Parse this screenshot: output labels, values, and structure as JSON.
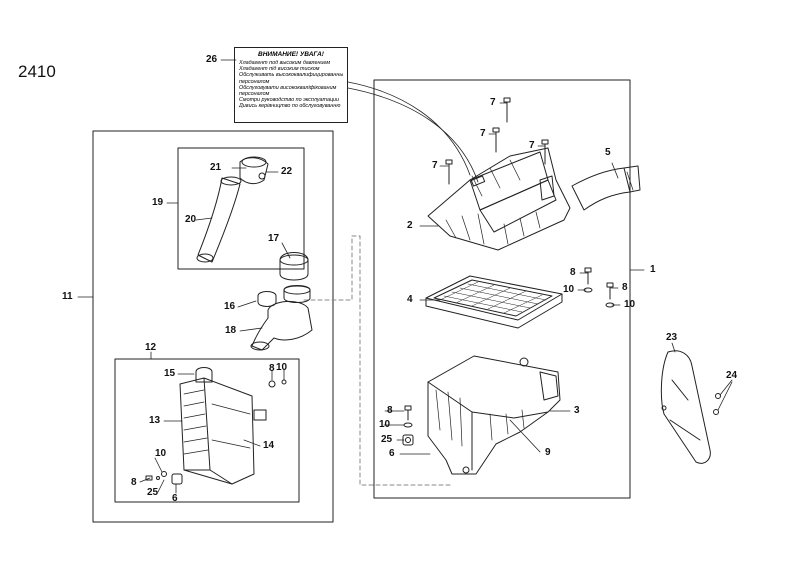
{
  "diagram_number": "2410",
  "warning_label": {
    "title": "ВНИМАНИЕ! УВАГА!",
    "lines": [
      "Хладагент под высоким давлением",
      "Хладагент під високим тиском",
      "Обслуживать высококвалифицированным",
      "персоналом",
      "Обслуговувати висококваліфікованим",
      "персоналом",
      "Смотри руководство по эксплуатации",
      "Дивись керівництво по обслуговуванню"
    ]
  },
  "callouts": {
    "c1": "1",
    "c2": "2",
    "c3": "3",
    "c4": "4",
    "c5": "5",
    "c6a": "6",
    "c6b": "6",
    "c7a": "7",
    "c7b": "7",
    "c7c": "7",
    "c7d": "7",
    "c8a": "8",
    "c8b": "8",
    "c8c": "8",
    "c8d": "8",
    "c8e": "8",
    "c9": "9",
    "c10a": "10",
    "c10b": "10",
    "c10c": "10",
    "c10d": "10",
    "c10e": "10",
    "c11": "11",
    "c12": "12",
    "c13": "13",
    "c14": "14",
    "c15": "15",
    "c16": "16",
    "c17": "17",
    "c18": "18",
    "c19": "19",
    "c20": "20",
    "c21": "21",
    "c22": "22",
    "c23": "23",
    "c24": "24",
    "c25a": "25",
    "c25b": "25",
    "c26": "26"
  }
}
